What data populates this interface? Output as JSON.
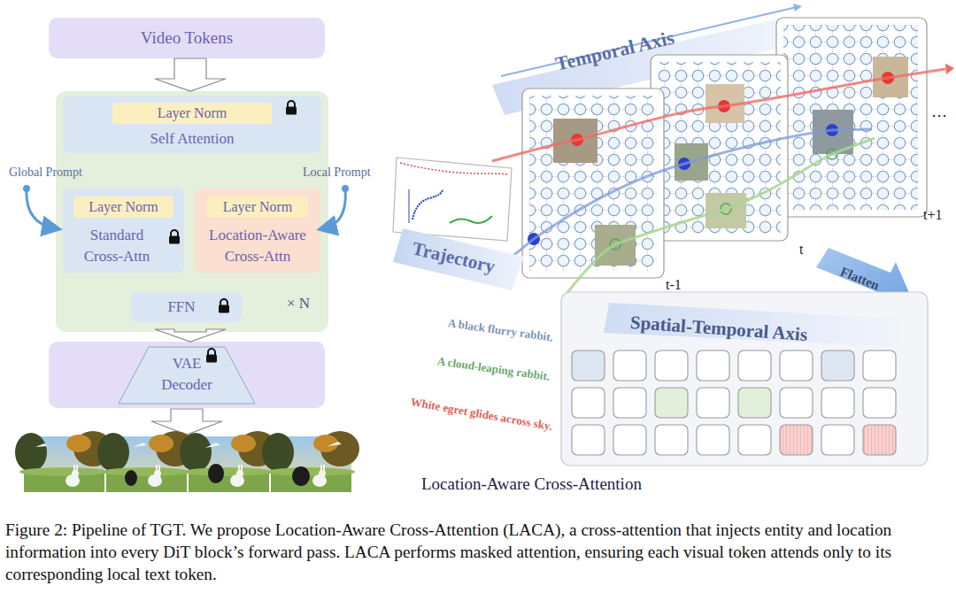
{
  "diagram": {
    "caption": "Figure 2: Pipeline of TGT. We propose Location-Aware Cross-Attention (LACA), a cross-attention that injects entity and location information into every DiT block’s forward pass. LACA performs masked attention, ensuring each visual token attends only to its corresponding local text token.",
    "nodes": [
      {
        "text": [
          "Video Tokens"
        ]
      },
      {
        "text": [
          "× N"
        ]
      },
      {
        "text": [
          "Self Attention"
        ],
        "in": 1
      },
      {
        "text": [
          "Layer Norm"
        ],
        "in": 2
      },
      {
        "text": [
          "Standard Cross-Attn"
        ],
        "in": 1
      },
      {
        "text": [
          "Layer Norm"
        ],
        "in": 4
      },
      {
        "text": [
          "Location-Aware Cross-Attn"
        ],
        "in": 1
      },
      {
        "text": [
          "Layer Norm"
        ],
        "in": 6
      },
      {
        "text": [
          "FFN"
        ],
        "in": 1
      },
      {
        "text": [
          "VAE Decoder"
        ]
      }
    ],
    "edges": [
      {
        "from": 0,
        "to": 1,
        "arrow": "to"
      },
      {
        "from": 1,
        "to": 9,
        "arrow": "to"
      }
    ],
    "labels": [
      "Global Prompt",
      "Local Prompt",
      "Temporal Axis",
      "Trajectory",
      "t-1",
      "t",
      "t+1",
      "…",
      "Flatten",
      "Spatial-Temporal Axis",
      "A black flurry rabbit.",
      "A cloud-leaping rabbit.",
      "White egret glides across sky.",
      "Location-Aware Cross-Attention"
    ]
  }
}
